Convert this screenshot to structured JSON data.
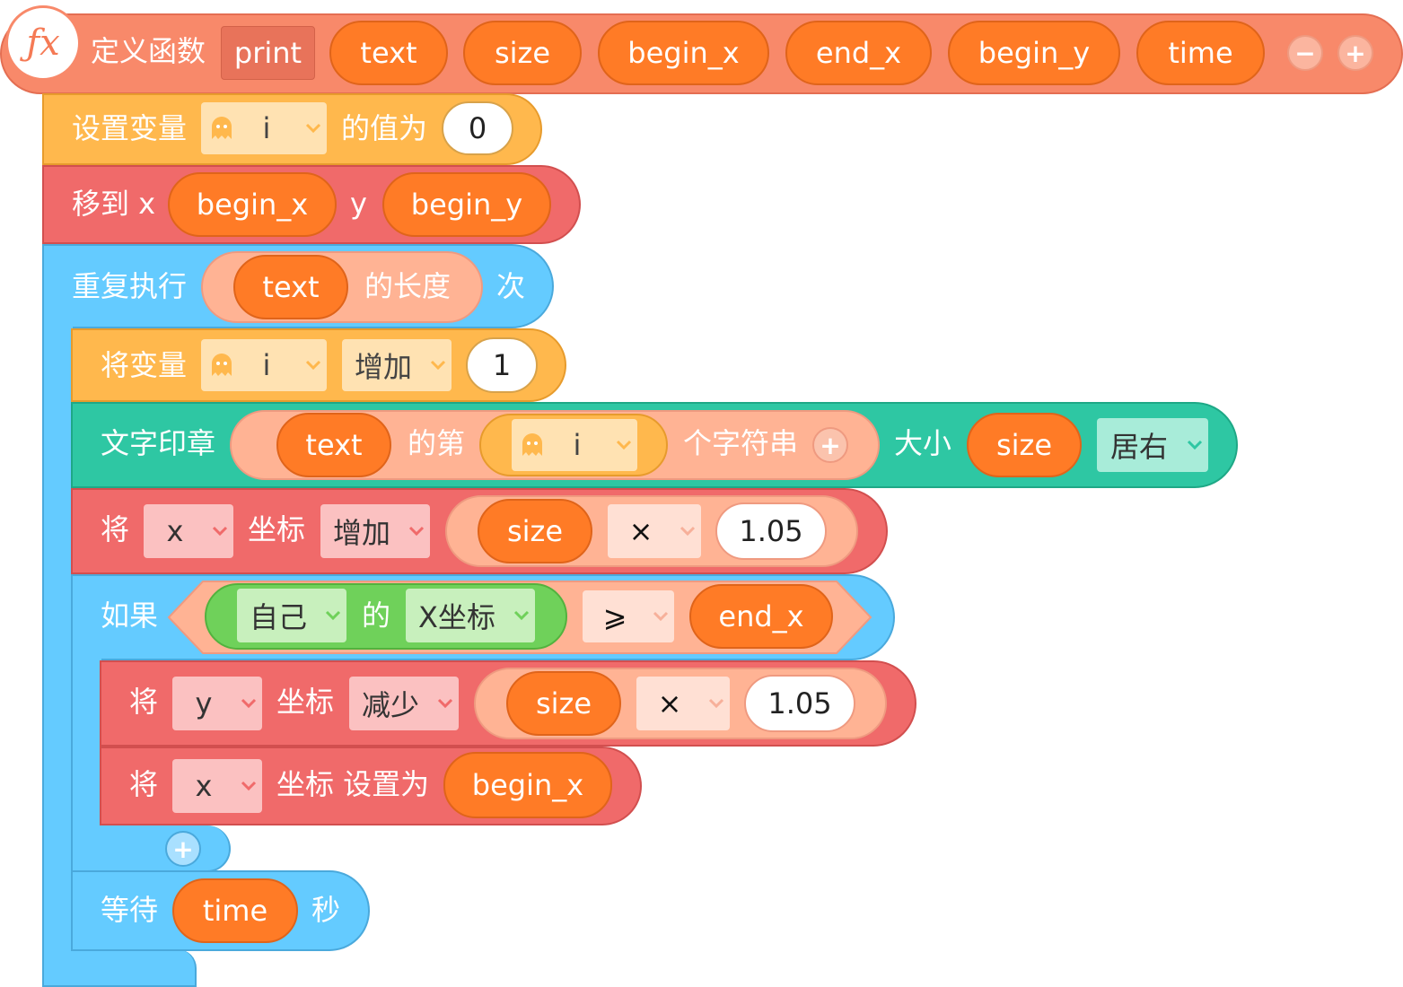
{
  "define": {
    "label": "定义函数",
    "name": "print",
    "params": [
      "text",
      "size",
      "begin_x",
      "end_x",
      "begin_y",
      "time"
    ],
    "fx_icon": "fx-icon",
    "minus": "−",
    "plus": "+"
  },
  "set_var": {
    "label": "设置变量",
    "var": "i",
    "value_label": "的值为",
    "value": "0"
  },
  "move": {
    "label": "移到 x",
    "x": "begin_x",
    "y_label": "y",
    "y": "begin_y"
  },
  "repeat": {
    "label": "重复执行",
    "arg": "text",
    "len_label": "的长度",
    "times_label": "次"
  },
  "inc_var": {
    "label": "将变量",
    "var": "i",
    "op": "增加",
    "value": "1"
  },
  "stamp": {
    "label": "文字印章",
    "arg": "text",
    "nth_label": "的第",
    "var": "i",
    "str_label": "个字符串",
    "size_label": "大小",
    "size": "size",
    "align": "居右"
  },
  "change_x": {
    "label": "将",
    "axis": "x",
    "coord_label": "坐标",
    "op": "增加",
    "arg": "size",
    "mul": "×",
    "num": "1.05"
  },
  "if": {
    "label": "如果",
    "self": "自己",
    "of": "的",
    "prop": "X坐标",
    "cmp": "⩾",
    "arg": "end_x"
  },
  "change_y": {
    "label": "将",
    "axis": "y",
    "coord_label": "坐标",
    "op": "减少",
    "arg": "size",
    "mul": "×",
    "num": "1.05"
  },
  "set_x": {
    "label": "将",
    "axis": "x",
    "coord_label": "坐标 设置为",
    "arg": "begin_x"
  },
  "add_btn": "+",
  "wait": {
    "label": "等待",
    "arg": "time",
    "unit": "秒"
  },
  "colors": {
    "define": "#f8896a",
    "var": "#ffb84d",
    "motion": "#f06a6a",
    "control": "#64cbff",
    "pen": "#2ec7a3",
    "sensing": "#6fd15a",
    "param": "#ff7b26"
  }
}
